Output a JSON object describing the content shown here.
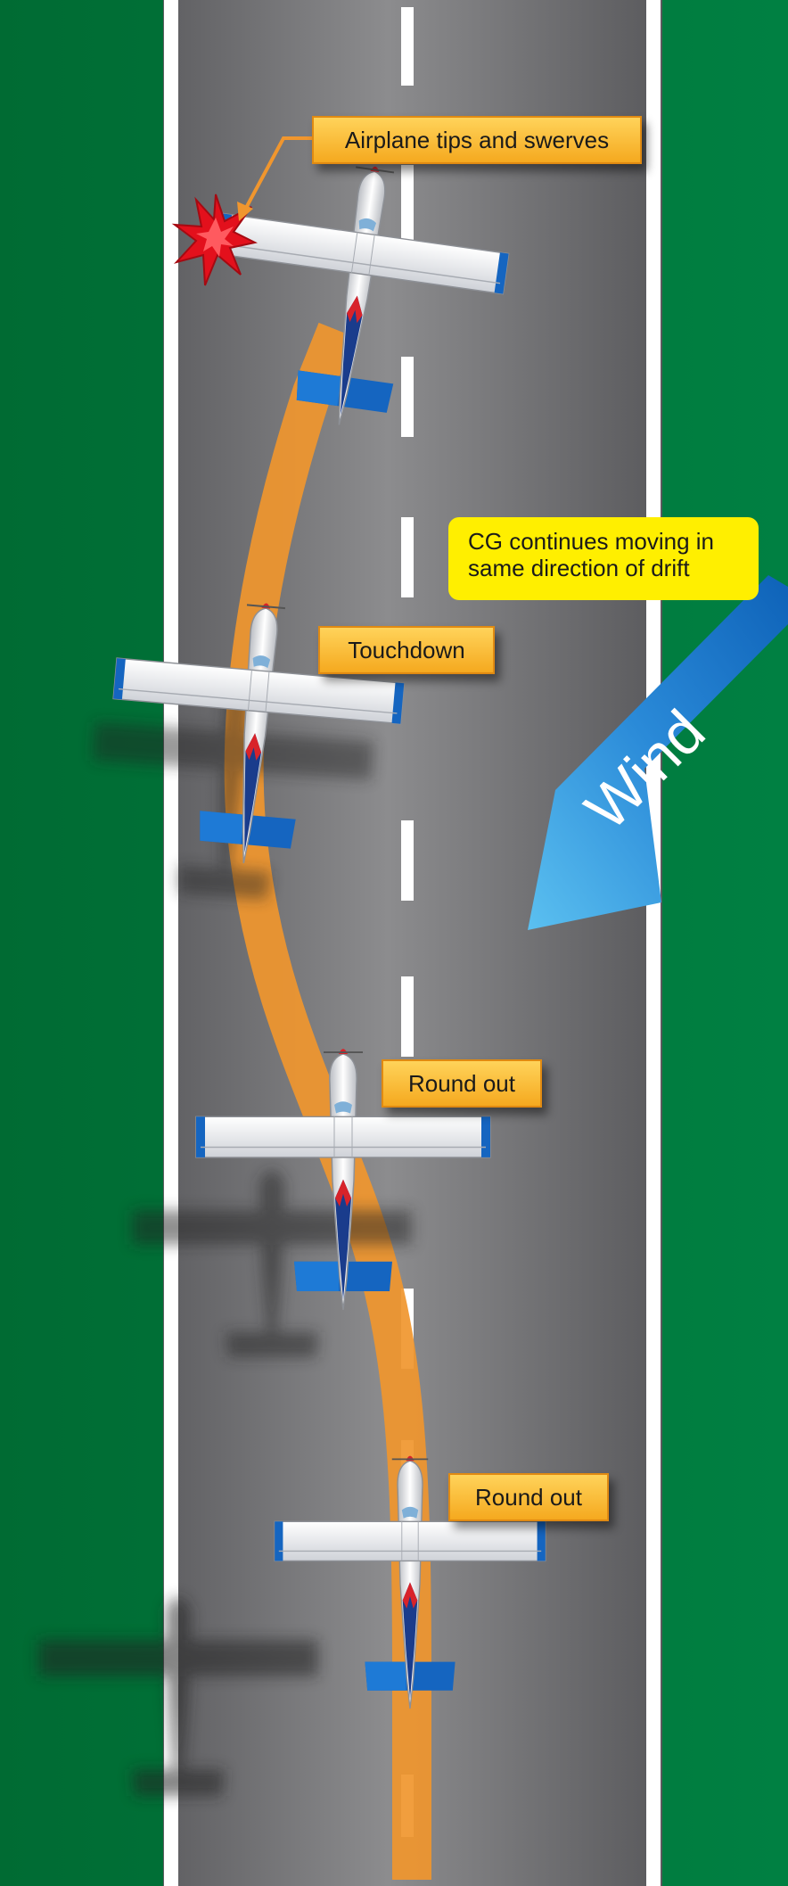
{
  "labels": {
    "tips": "Airplane tips and swerves",
    "cg_line1": "CG continues moving in",
    "cg_line2": "same direction of drift",
    "touchdown": "Touchdown",
    "roundout_upper": "Round out",
    "roundout_lower": "Round out",
    "wind": "Wind"
  },
  "colors": {
    "grass": "#00773a",
    "runway": "#6e6e70",
    "edge_line": "#ffffff",
    "centerline": "#ffffff",
    "path": "#f0962e",
    "label_fill": "#f9b938",
    "cg_fill": "#ffef00",
    "wind_arrow": "#1e7cd2",
    "tail": "#1565c0",
    "crash_burst": "#e3101c"
  },
  "icons": {
    "airplane": "airplane-icon",
    "wind": "wind-arrow-icon",
    "impact": "impact-burst-icon"
  }
}
